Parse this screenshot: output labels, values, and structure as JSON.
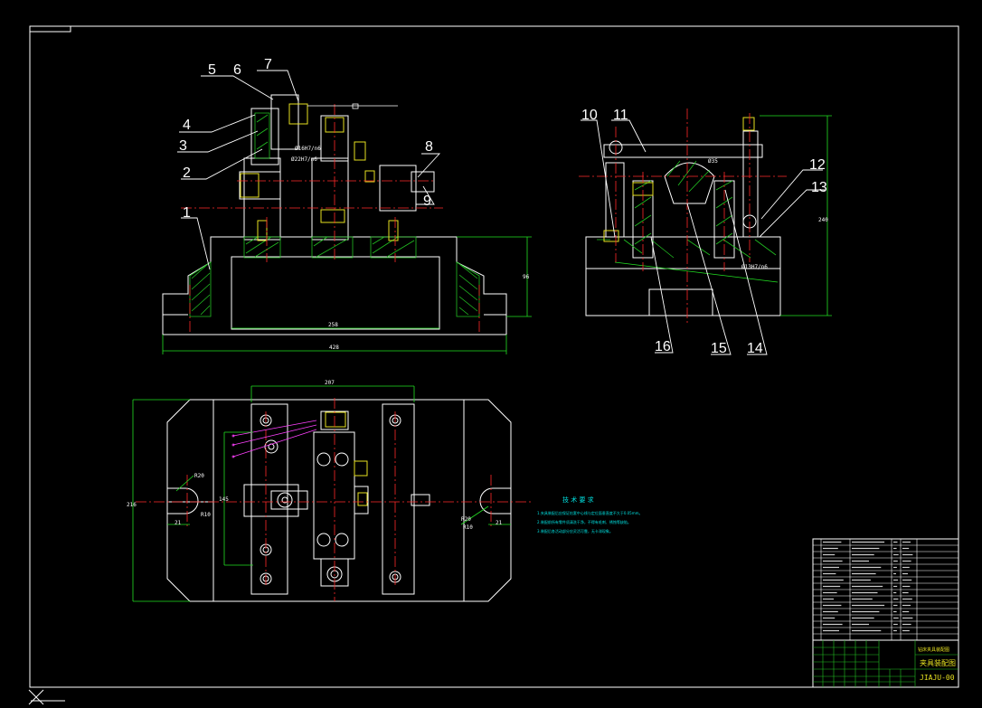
{
  "drawing": {
    "title": "夹具装配图",
    "drawing_number": "JIAJU-00",
    "colors": {
      "background": "#000000",
      "outline": "#ffffff",
      "centerline": "#ff2a2a",
      "hatch": "#22c022",
      "dimension": "#22e022",
      "bolt": "#e6e020",
      "note": "#00e0e0",
      "magenta": "#ff40ff"
    }
  },
  "front_view": {
    "balloons": [
      "1",
      "2",
      "3",
      "4",
      "5",
      "6",
      "7",
      "8",
      "9"
    ],
    "dims": {
      "inner_width": "258",
      "overall_width": "428",
      "height": "96",
      "fit_1": "Ø16H7/n6",
      "fit_2": "Ø22H7/n6"
    }
  },
  "side_view": {
    "balloons": [
      "10",
      "11",
      "12",
      "13",
      "14",
      "15",
      "16"
    ],
    "dims": {
      "height": "240",
      "top": "Ø35",
      "fit": "Ø13H7/n6"
    }
  },
  "top_view": {
    "dims": {
      "top_width": "207",
      "overall_height": "216",
      "inner_height": "145",
      "radius_left": "R20",
      "left_small": "21",
      "left_r": "R10",
      "right_a": "R20",
      "right_b": "R10",
      "right_c": "21"
    }
  },
  "tech_notes": {
    "heading": "技 术 要 求",
    "lines": [
      "1.夹具装配后应保证钻套中心线与定位面垂直度不大于0.05mm。",
      "2.装配前所有零件须清洗干净，不得有毛刺、锈蚀等缺陷。",
      "3.装配后各活动部分应灵活可靠，无卡滞现象。"
    ]
  },
  "title_block": {
    "part_label": "钻床夹具装配图",
    "title": "夹具装配图",
    "number": "JIAJU-00"
  }
}
